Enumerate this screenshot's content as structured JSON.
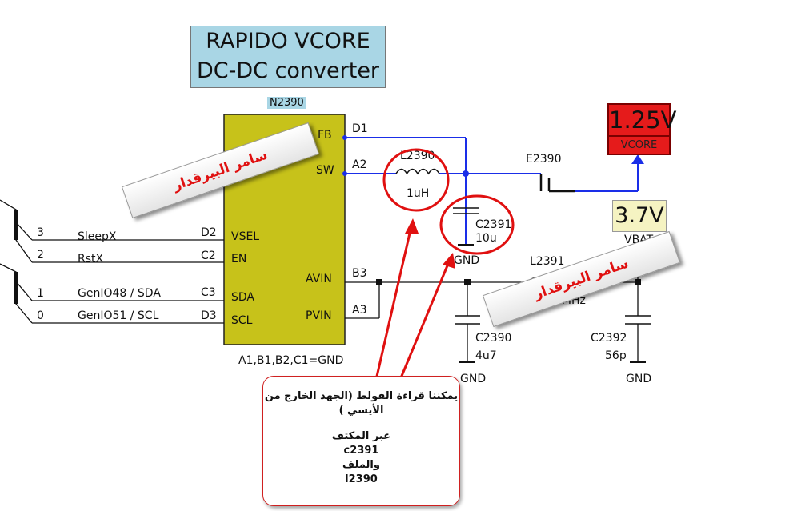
{
  "title": {
    "line1": "RAPIDO VCORE",
    "line2": "DC-DC converter"
  },
  "ic": {
    "refdes": "N2390",
    "pins_right": [
      "FB",
      "SW",
      "AVIN",
      "PVIN"
    ],
    "pins_left": [
      "VSEL",
      "EN",
      "SDA",
      "SCL"
    ],
    "pin_numbers_right": [
      "D1",
      "A2",
      "B3",
      "A3"
    ],
    "pin_numbers_left": [
      "D2",
      "C2",
      "C3",
      "D3"
    ],
    "gnd_note": "A1,B1,B2,C1=GND",
    "color": "#c7c21a"
  },
  "signals": [
    {
      "num": "3",
      "name": "SleepX"
    },
    {
      "num": "2",
      "name": "RstX"
    },
    {
      "num": "1",
      "name": "GenIO48 / SDA"
    },
    {
      "num": "0",
      "name": "GenIO51 / SCL"
    }
  ],
  "components": {
    "l2390": {
      "ref": "L2390",
      "value": "1uH"
    },
    "c2391": {
      "ref": "C2391",
      "value": "10u"
    },
    "e2390": {
      "ref": "E2390"
    },
    "l2391": {
      "ref": "L2391",
      "value": "120R/100MHz"
    },
    "c2390": {
      "ref": "C2390",
      "value": "4u7"
    },
    "c2392": {
      "ref": "C2392",
      "value": "56p"
    }
  },
  "gnd_label": "GND",
  "vcore": {
    "voltage": "1.25V",
    "net": "VCORE",
    "color": "#e51b1b"
  },
  "vbat": {
    "voltage": "3.7V",
    "net": "VBAT"
  },
  "watermark": "سامر البيرقدار",
  "callout": {
    "line1": "يمكننا قراءة الفولط (الجهد الخارج من",
    "line2": "الأيسي )",
    "line3": "عبر المكثف",
    "line4": "c2391",
    "line5": "والملف",
    "line6": "l2390"
  },
  "colors": {
    "net_blue": "#1a2ee8",
    "annotation_red": "#e01010",
    "wire": "#111111"
  }
}
